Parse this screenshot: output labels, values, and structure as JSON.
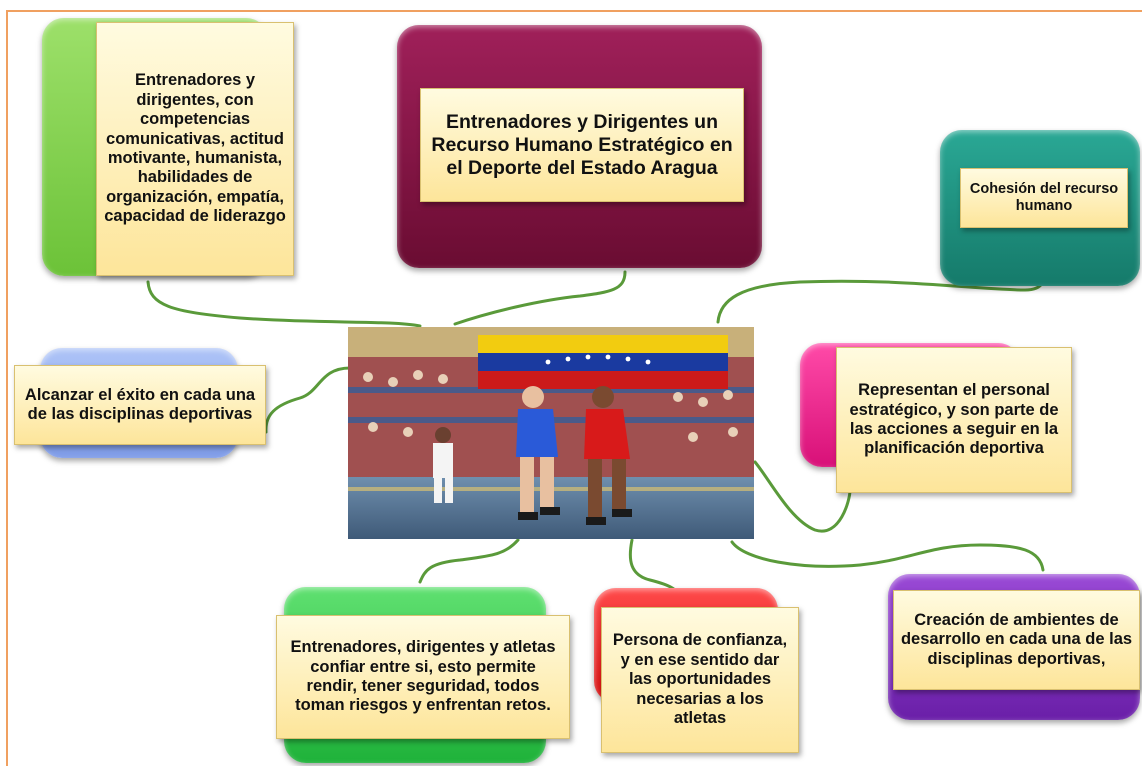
{
  "title": "Entrenadores y Dirigentes un Recurso Humano Estratégico en el Deporte del Estado Aragua",
  "nodes": {
    "competencias": "Entrenadores y dirigentes, con competencias comunicativas, actitud motivante, humanista, habilidades de organización, empatía, capacidad de liderazgo",
    "cohesion": "Cohesión del recurso humano",
    "exito": "Alcanzar el éxito en cada una de las disciplinas deportivas",
    "personal": "Representan el personal estratégico, y son parte de las acciones a seguir en la planificación deportiva",
    "confianza_atletas": "Entrenadores, dirigentes y atletas confiar entre si, esto permite rendir, tener seguridad, todos toman riesgos y enfrentan retos.",
    "persona_confianza": "Persona de confianza, y en ese sentido dar las oportunidades necesarias a los atletas",
    "ambientes": "Creación de ambientes de desarrollo en cada una de las disciplinas deportivas,"
  },
  "colors": {
    "green_light": "#7fd24a",
    "maroon": "#7d0f3c",
    "teal": "#1e8f7e",
    "blue": "#8aa8f0",
    "magenta": "#f0208a",
    "green": "#2fc84a",
    "red": "#e01818",
    "purple": "#7a2fb8",
    "connector": "#5a9a3a",
    "note_fill": "#fdeba8"
  },
  "photo": {
    "subject": "wrestling match in sports arena with Venezuelan flag"
  }
}
